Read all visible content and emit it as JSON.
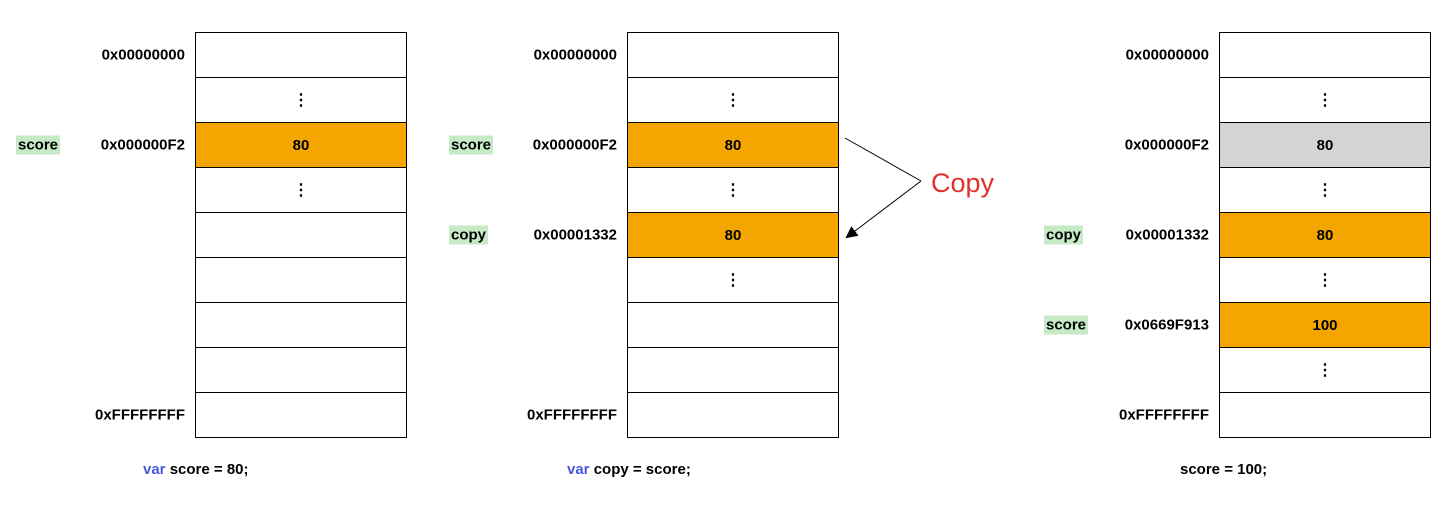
{
  "panels": [
    {
      "cells": [
        {
          "value": "",
          "fill": "white"
        },
        {
          "value": "⋮",
          "fill": "white"
        },
        {
          "value": "80",
          "fill": "orange"
        },
        {
          "value": "⋮",
          "fill": "white"
        },
        {
          "value": "",
          "fill": "white"
        },
        {
          "value": "",
          "fill": "white"
        },
        {
          "value": "",
          "fill": "white"
        },
        {
          "value": "",
          "fill": "white"
        },
        {
          "value": "",
          "fill": "white"
        }
      ],
      "addresses": [
        {
          "row": 0,
          "text": "0x00000000"
        },
        {
          "row": 2,
          "text": "0x000000F2"
        },
        {
          "row": 8,
          "text": "0xFFFFFFFF"
        }
      ],
      "variables": [
        {
          "row": 2,
          "text": "score"
        }
      ],
      "code": {
        "keyword": "var",
        "rest": " score = 80;"
      }
    },
    {
      "cells": [
        {
          "value": "",
          "fill": "white"
        },
        {
          "value": "⋮",
          "fill": "white"
        },
        {
          "value": "80",
          "fill": "orange"
        },
        {
          "value": "⋮",
          "fill": "white"
        },
        {
          "value": "80",
          "fill": "orange"
        },
        {
          "value": "⋮",
          "fill": "white"
        },
        {
          "value": "",
          "fill": "white"
        },
        {
          "value": "",
          "fill": "white"
        },
        {
          "value": "",
          "fill": "white"
        }
      ],
      "addresses": [
        {
          "row": 0,
          "text": "0x00000000"
        },
        {
          "row": 2,
          "text": "0x000000F2"
        },
        {
          "row": 4,
          "text": "0x00001332"
        },
        {
          "row": 8,
          "text": "0xFFFFFFFF"
        }
      ],
      "variables": [
        {
          "row": 2,
          "text": "score"
        },
        {
          "row": 4,
          "text": "copy"
        }
      ],
      "code": {
        "keyword": "var",
        "rest": " copy = score;"
      }
    },
    {
      "cells": [
        {
          "value": "",
          "fill": "white"
        },
        {
          "value": "⋮",
          "fill": "white"
        },
        {
          "value": "80",
          "fill": "gray"
        },
        {
          "value": "⋮",
          "fill": "white"
        },
        {
          "value": "80",
          "fill": "orange"
        },
        {
          "value": "⋮",
          "fill": "white"
        },
        {
          "value": "100",
          "fill": "orange"
        },
        {
          "value": "⋮",
          "fill": "white"
        },
        {
          "value": "",
          "fill": "white"
        }
      ],
      "addresses": [
        {
          "row": 0,
          "text": "0x00000000"
        },
        {
          "row": 2,
          "text": "0x000000F2"
        },
        {
          "row": 4,
          "text": "0x00001332"
        },
        {
          "row": 6,
          "text": "0x0669F913"
        },
        {
          "row": 8,
          "text": "0xFFFFFFFF"
        }
      ],
      "variables": [
        {
          "row": 4,
          "text": "copy"
        },
        {
          "row": 6,
          "text": "score"
        }
      ],
      "code": {
        "keyword": "",
        "rest": "score = 100;"
      }
    }
  ],
  "copy_annotation": "Copy",
  "colors": {
    "orange": "#f5a500",
    "gray": "#d4d4d4",
    "variable_highlight": "#c6e9c6",
    "keyword": "#4a5ae0",
    "copy_label": "#e0312b"
  }
}
